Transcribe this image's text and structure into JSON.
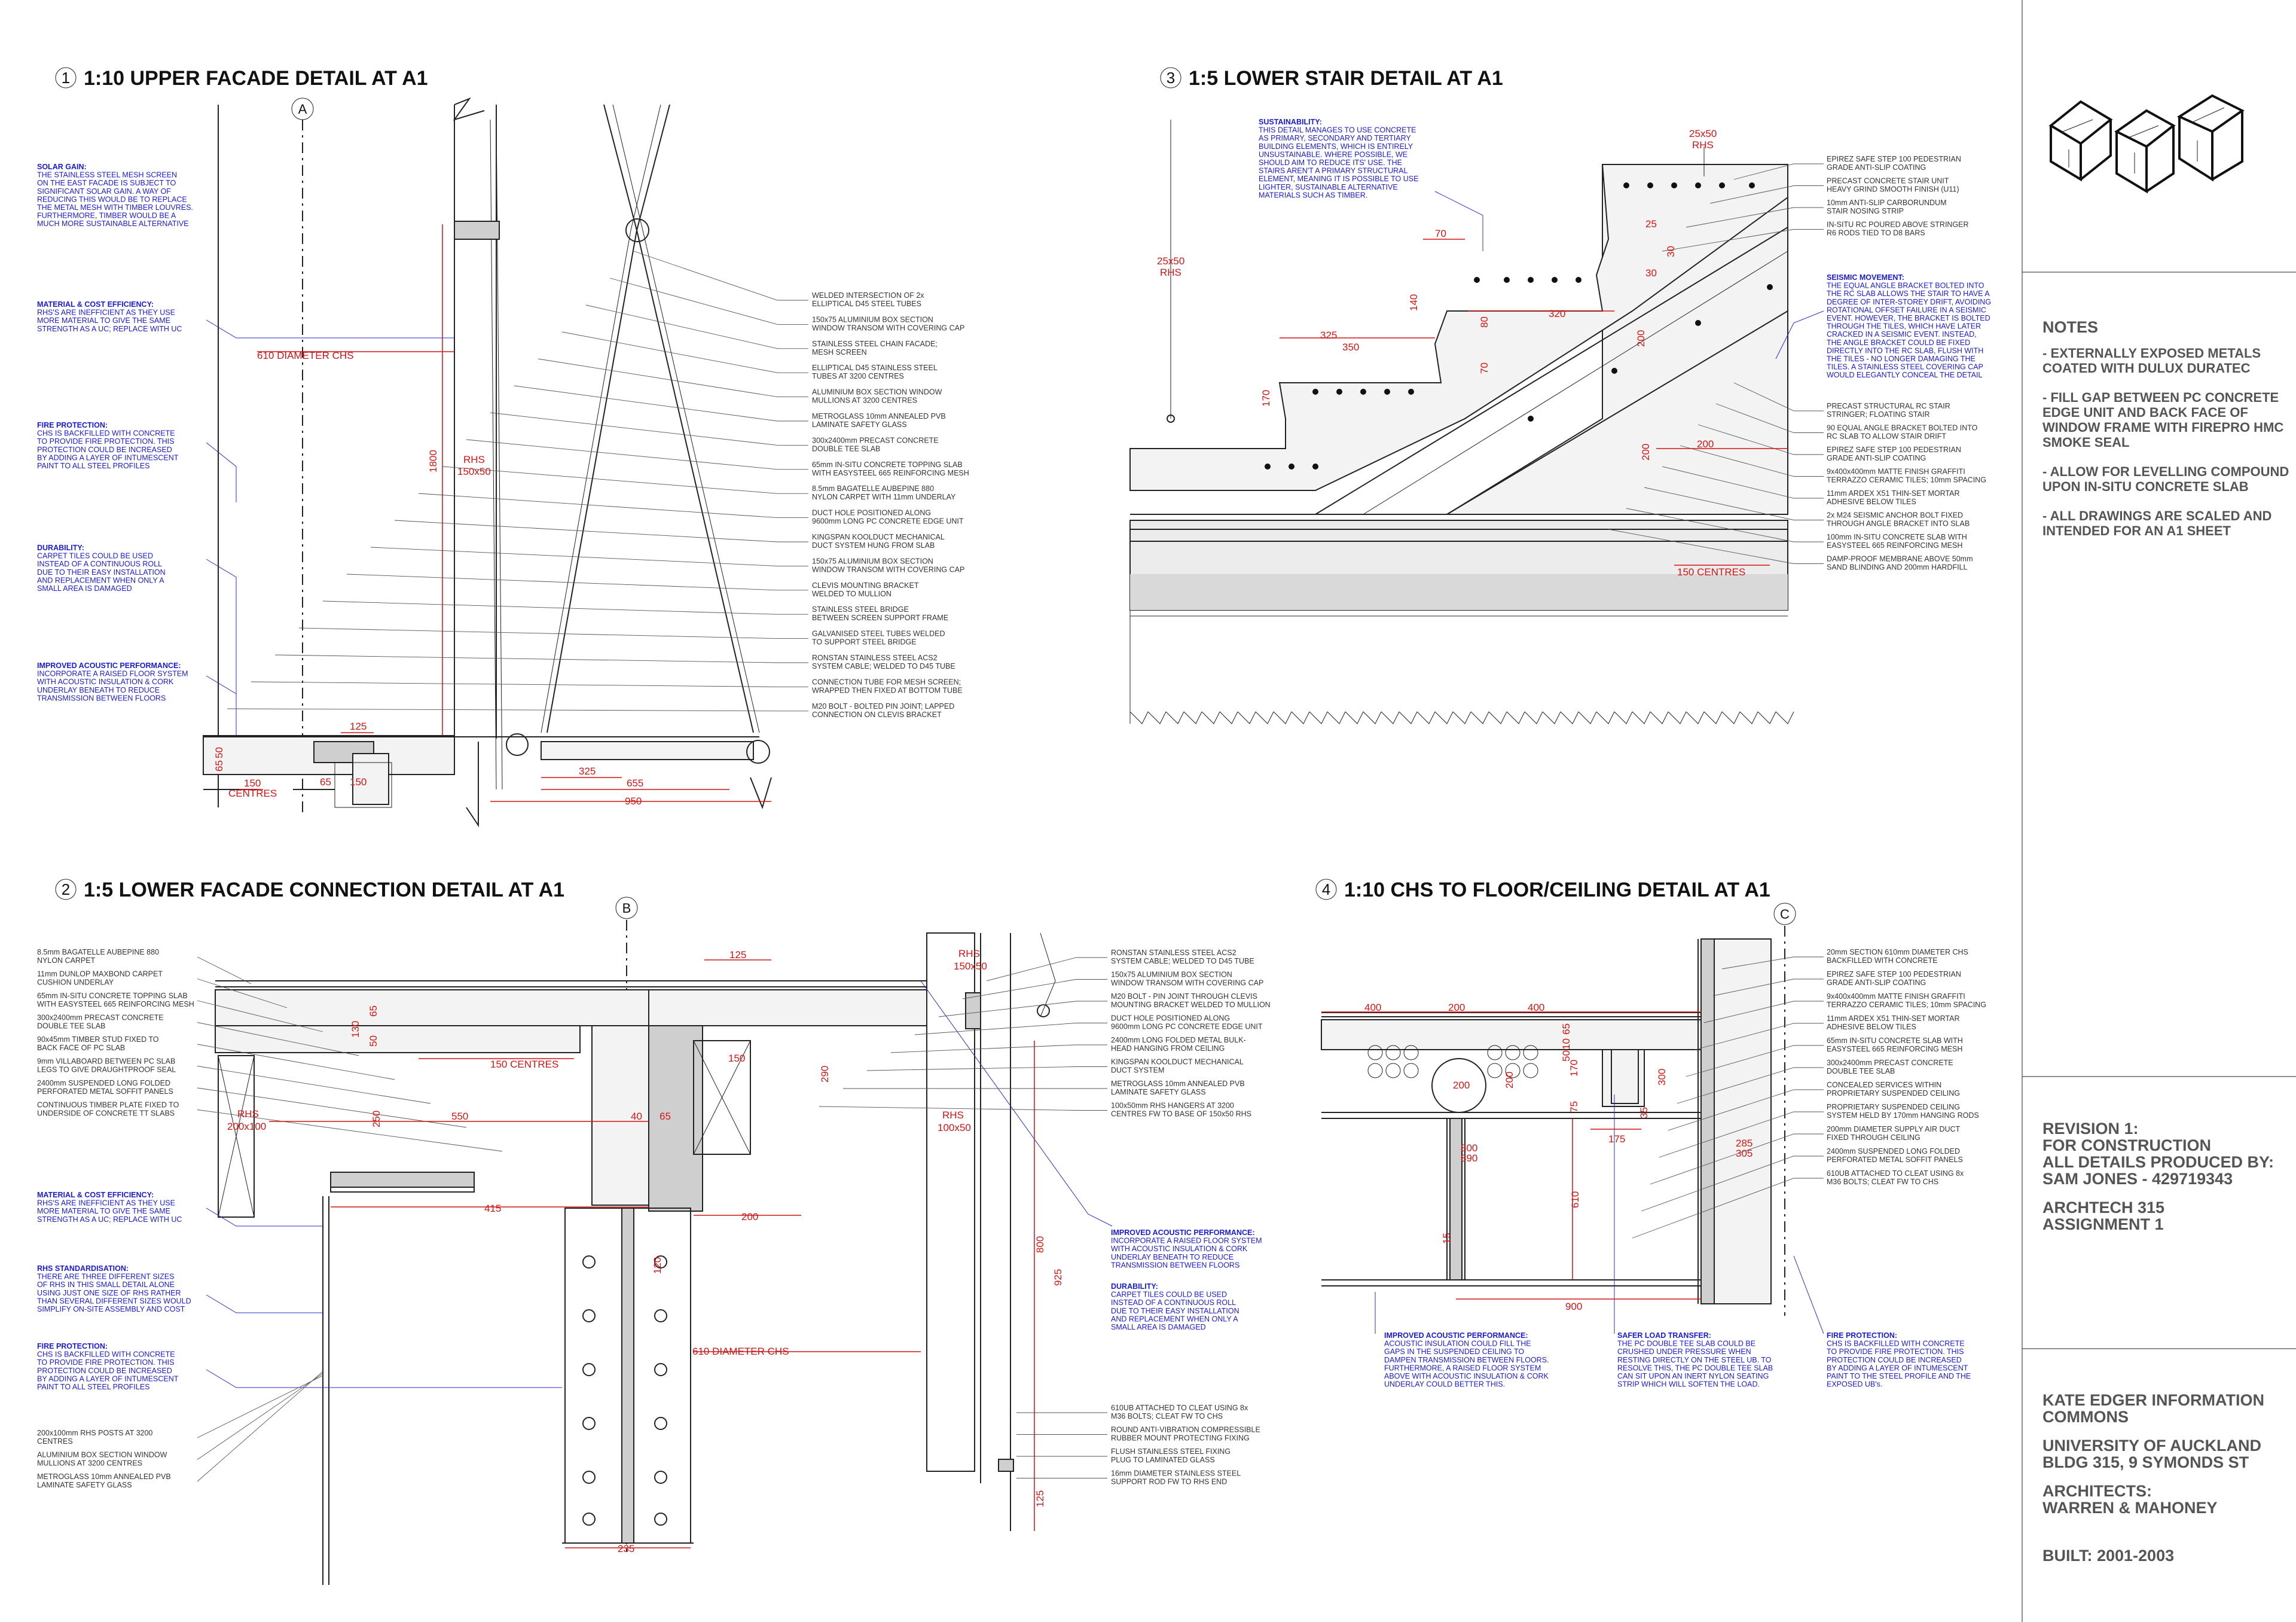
{
  "details": [
    {
      "num": "1",
      "title": "1:10 UPPER FACADE DETAIL AT A1"
    },
    {
      "num": "2",
      "title": "1:5 LOWER FACADE CONNECTION DETAIL AT A1"
    },
    {
      "num": "3",
      "title": "1:5 LOWER STAIR DETAIL AT A1"
    },
    {
      "num": "4",
      "title": "1:10 CHS TO FLOOR/CEILING DETAIL AT A1"
    }
  ],
  "grid_markers": {
    "a": "A",
    "b": "B",
    "c": "C"
  },
  "d1": {
    "notes": [
      {
        "head": "SOLAR GAIN:",
        "lines": [
          "THE STAINLESS STEEL MESH SCREEN",
          "ON THE EAST FACADE IS SUBJECT TO",
          "SIGNIFICANT SOLAR GAIN. A WAY OF",
          "REDUCING THIS WOULD BE TO REPLACE",
          "THE METAL MESH WITH TIMBER LOUVRES.",
          "FURTHERMORE, TIMBER WOULD BE A",
          "MUCH MORE SUSTAINABLE ALTERNATIVE"
        ]
      },
      {
        "head": "MATERIAL & COST EFFICIENCY:",
        "lines": [
          "RHS'S ARE INEFFICIENT AS THEY USE",
          "MORE MATERIAL TO GIVE THE SAME",
          "STRENGTH AS A UC; REPLACE WITH UC"
        ]
      },
      {
        "head": "FIRE PROTECTION:",
        "lines": [
          "CHS IS BACKFILLED WITH CONCRETE",
          "TO PROVIDE FIRE PROTECTION. THIS",
          "PROTECTION COULD BE INCREASED",
          "BY ADDING A LAYER OF INTUMESCENT",
          "PAINT TO ALL STEEL PROFILES"
        ]
      },
      {
        "head": "DURABILITY:",
        "lines": [
          "CARPET TILES COULD BE USED",
          "INSTEAD OF A CONTINUOUS ROLL",
          "DUE TO THEIR EASY INSTALLATION",
          "AND REPLACEMENT WHEN ONLY A",
          "SMALL AREA IS DAMAGED"
        ]
      },
      {
        "head": "IMPROVED ACOUSTIC PERFORMANCE:",
        "lines": [
          "INCORPORATE A RAISED FLOOR SYSTEM",
          "WITH ACOUSTIC INSULATION & CORK",
          "UNDERLAY BENEATH TO REDUCE",
          "TRANSMISSION BETWEEN FLOORS"
        ]
      }
    ],
    "labels": [
      [
        "WELDED INTERSECTION OF 2x",
        "ELLIPTICAL D45 STEEL TUBES"
      ],
      [
        "150x75 ALUMINIUM BOX SECTION",
        "WINDOW TRANSOM WITH COVERING CAP"
      ],
      [
        "STAINLESS STEEL CHAIN FACADE;",
        "MESH SCREEN"
      ],
      [
        "ELLIPTICAL D45 STAINLESS STEEL",
        "TUBES AT 3200 CENTRES"
      ],
      [
        "ALUMINIUM BOX SECTION WINDOW",
        "MULLIONS AT 3200 CENTRES"
      ],
      [
        "METROGLASS 10mm ANNEALED PVB",
        "LAMINATE SAFETY GLASS"
      ],
      [
        "300x2400mm PRECAST CONCRETE",
        "DOUBLE TEE SLAB"
      ],
      [
        "65mm IN-SITU CONCRETE TOPPING SLAB",
        "WITH EASYSTEEL 665 REINFORCING MESH"
      ],
      [
        "8.5mm BAGATELLE AUBEPINE 880",
        "NYLON CARPET WITH 11mm UNDERLAY"
      ],
      [
        "DUCT HOLE POSITIONED ALONG",
        "9600mm LONG PC CONCRETE EDGE UNIT"
      ],
      [
        "KINGSPAN KOOLDUCT MECHANICAL",
        "DUCT SYSTEM HUNG FROM SLAB"
      ],
      [
        "150x75 ALUMINIUM BOX SECTION",
        "WINDOW TRANSOM WITH COVERING CAP"
      ],
      [
        "CLEVIS MOUNTING BRACKET",
        "WELDED TO MULLION"
      ],
      [
        "STAINLESS STEEL BRIDGE",
        "BETWEEN SCREEN SUPPORT FRAME"
      ],
      [
        "GALVANISED STEEL TUBES WELDED",
        "TO SUPPORT STEEL BRIDGE"
      ],
      [
        "RONSTAN STAINLESS STEEL ACS2",
        "SYSTEM CABLE; WELDED TO D45 TUBE"
      ],
      [
        "CONNECTION TUBE FOR MESH SCREEN;",
        "WRAPPED THEN FIXED AT BOTTOM TUBE"
      ],
      [
        "M20 BOLT - BOLTED PIN JOINT; LAPPED",
        "CONNECTION ON CLEVIS BRACKET"
      ]
    ],
    "dims": {
      "chs": "610 DIAMETER CHS",
      "rhs": "RHS",
      "rhs_size": "150x50",
      "h": "1800",
      "d125": "125",
      "d150a": "150",
      "centres": "CENTRES",
      "d65": "65",
      "d150b": "150",
      "d325": "325",
      "d655": "655",
      "d950": "950",
      "d50": "50",
      "d65b": "65"
    }
  },
  "d2": {
    "labels_left": [
      [
        "8.5mm BAGATELLE AUBEPINE 880",
        "NYLON CARPET"
      ],
      [
        "11mm DUNLOP MAXBOND CARPET",
        "CUSHION UNDERLAY"
      ],
      [
        "65mm IN-SITU CONCRETE TOPPING SLAB",
        "WITH EASYSTEEL 665 REINFORCING MESH"
      ],
      [
        "300x2400mm PRECAST CONCRETE",
        "DOUBLE TEE SLAB"
      ],
      [
        "90x45mm TIMBER STUD FIXED TO",
        "BACK FACE OF PC SLAB"
      ],
      [
        "9mm VILLABOARD BETWEEN PC SLAB",
        "LEGS TO GIVE DRAUGHTPROOF SEAL"
      ],
      [
        "2400mm SUSPENDED LONG FOLDED",
        "PERFORATED METAL SOFFIT PANELS"
      ],
      [
        "CONTINUOUS TIMBER PLATE FIXED TO",
        "UNDERSIDE OF CONCRETE TT SLABS"
      ]
    ],
    "notes": [
      {
        "head": "MATERIAL & COST EFFICIENCY:",
        "lines": [
          "RHS'S ARE INEFFICIENT AS THEY USE",
          "MORE MATERIAL TO GIVE THE SAME",
          "STRENGTH AS A UC; REPLACE WITH UC"
        ]
      },
      {
        "head": "RHS STANDARDISATION:",
        "lines": [
          "THERE ARE THREE DIFFERENT SIZES",
          "OF RHS IN THIS SMALL DETAIL ALONE",
          "USING JUST ONE SIZE OF RHS RATHER",
          "THAN SEVERAL DIFFERENT SIZES WOULD",
          "SIMPLIFY ON-SITE ASSEMBLY AND COST"
        ]
      },
      {
        "head": "FIRE PROTECTION:",
        "lines": [
          "CHS IS BACKFILLED WITH CONCRETE",
          "TO PROVIDE FIRE PROTECTION. THIS",
          "PROTECTION COULD BE INCREASED",
          "BY ADDING A LAYER OF INTUMESCENT",
          "PAINT TO ALL STEEL PROFILES"
        ]
      }
    ],
    "labels_left2": [
      [
        "200x100mm RHS POSTS AT 3200",
        "CENTRES"
      ],
      [
        "ALUMINIUM BOX SECTION WINDOW",
        "MULLIONS AT 3200 CENTRES"
      ],
      [
        "METROGLASS 10mm ANNEALED PVB",
        "LAMINATE SAFETY GLASS"
      ]
    ],
    "labels_right": [
      [
        "RONSTAN STAINLESS STEEL ACS2",
        "SYSTEM CABLE; WELDED TO D45 TUBE"
      ],
      [
        "150x75 ALUMINIUM BOX SECTION",
        "WINDOW TRANSOM WITH COVERING CAP"
      ],
      [
        "M20 BOLT - PIN JOINT THROUGH CLEVIS",
        "MOUNTING BRACKET WELDED TO MULLION"
      ],
      [
        "DUCT HOLE POSITIONED ALONG",
        "9600mm LONG PC CONCRETE EDGE UNIT"
      ],
      [
        "2400mm LONG FOLDED METAL BULK-",
        "HEAD HANGING FROM CEILING"
      ],
      [
        "KINGSPAN KOOLDUCT MECHANICAL",
        "DUCT SYSTEM"
      ],
      [
        "METROGLASS 10mm ANNEALED PVB",
        "LAMINATE SAFETY GLASS"
      ],
      [
        "100x50mm RHS HANGERS AT 3200",
        "CENTRES FW TO BASE OF 150x50 RHS"
      ]
    ],
    "notes_right": [
      {
        "head": "IMPROVED ACOUSTIC PERFORMANCE:",
        "lines": [
          "INCORPORATE A RAISED FLOOR SYSTEM",
          "WITH ACOUSTIC INSULATION & CORK",
          "UNDERLAY BENEATH TO REDUCE",
          "TRANSMISSION BETWEEN FLOORS"
        ]
      },
      {
        "head": "DURABILITY:",
        "lines": [
          "CARPET TILES COULD BE USED",
          "INSTEAD OF A CONTINUOUS ROLL",
          "DUE TO THEIR EASY INSTALLATION",
          "AND REPLACEMENT WHEN ONLY A",
          "SMALL AREA IS DAMAGED"
        ]
      }
    ],
    "labels_right2": [
      [
        "610UB ATTACHED TO CLEAT USING 8x",
        "M36 BOLTS; CLEAT FW TO CHS"
      ],
      [
        "ROUND ANTI-VIBRATION COMPRESSIBLE",
        "RUBBER MOUNT PROTECTING FIXING"
      ],
      [
        "FLUSH STAINLESS STEEL FIXING",
        "PLUG TO LAMINATED GLASS"
      ],
      [
        "16mm DIAMETER STAINLESS STEEL",
        "SUPPORT ROD FW TO RHS END"
      ]
    ],
    "dims": {
      "rhs1": "RHS",
      "rhs1s": "150x50",
      "rhs2": "RHS",
      "rhs2s": "200x100",
      "rhs3": "RHS",
      "rhs3s": "100x50",
      "d125": "125",
      "centres": "150 CENTRES",
      "d150": "150",
      "d550": "550",
      "d40": "40",
      "d65": "65",
      "d250": "250",
      "d290": "290",
      "d415": "415",
      "d200": "200",
      "d120": "120",
      "d800": "800",
      "d925": "925",
      "d125b": "125",
      "d235": "235",
      "chs": "610 DIAMETER CHS",
      "d65b": "65",
      "d50": "50",
      "d130": "130"
    }
  },
  "d3": {
    "note_sus": {
      "head": "SUSTAINABILITY:",
      "lines": [
        "THIS DETAIL MANAGES TO USE CONCRETE",
        "AS PRIMARY, SECONDARY AND TERTIARY",
        "BUILDING ELEMENTS, WHICH IS ENTIRELY",
        "UNSUSTAINABLE. WHERE POSSIBLE, WE",
        "SHOULD AIM TO REDUCE ITS' USE. THE",
        "STAIRS AREN'T A PRIMARY STRUCTURAL",
        "ELEMENT, MEANING IT IS POSSIBLE TO USE",
        "LIGHTER, SUSTAINABLE ALTERNATIVE",
        "MATERIALS SUCH AS TIMBER."
      ]
    },
    "labels1": [
      [
        "EPIREZ SAFE STEP 100 PEDESTRIAN",
        "GRADE ANTI-SLIP COATING"
      ],
      [
        "PRECAST CONCRETE STAIR UNIT",
        "HEAVY GRIND SMOOTH FINISH (U11)"
      ],
      [
        "10mm ANTI-SLIP CARBORUNDUM",
        "STAIR NOSING STRIP"
      ],
      [
        "IN-SITU RC POURED ABOVE STRINGER",
        "R6 RODS TIED TO D8 BARS"
      ]
    ],
    "note_seismic": {
      "head": "SEISMIC MOVEMENT:",
      "lines": [
        "THE EQUAL ANGLE BRACKET BOLTED INTO",
        "THE RC SLAB ALLOWS THE STAIR TO HAVE A",
        "DEGREE OF INTER-STOREY DRIFT, AVOIDING",
        "ROTATIONAL OFFSET FAILURE IN A SEISMIC",
        "EVENT. HOWEVER, THE BRACKET IS BOLTED",
        "THROUGH THE TILES, WHICH HAVE LATER",
        "CRACKED IN A SEISMIC EVENT. INSTEAD,",
        "THE ANGLE BRACKET COULD BE FIXED",
        "DIRECTLY INTO THE RC SLAB, FLUSH WITH",
        "THE TILES - NO LONGER DAMAGING THE",
        "TILES. A STAINLESS STEEL COVERING CAP",
        "WOULD ELEGANTLY CONCEAL THE DETAIL"
      ]
    },
    "labels2": [
      [
        "PRECAST STRUCTURAL RC STAIR",
        "STRINGER; FLOATING STAIR"
      ],
      [
        "90 EQUAL ANGLE BRACKET BOLTED INTO",
        "RC SLAB TO ALLOW STAIR DRIFT"
      ],
      [
        "EPIREZ SAFE STEP 100 PEDESTRIAN",
        "GRADE ANTI-SLIP COATING"
      ],
      [
        "9x400x400mm MATTE FINISH GRAFFITI",
        "TERRAZZO CERAMIC TILES; 10mm SPACING"
      ],
      [
        "11mm ARDEX X51 THIN-SET MORTAR",
        "ADHESIVE BELOW TILES"
      ],
      [
        "2x M24 SEISMIC ANCHOR BOLT FIXED",
        "THROUGH ANGLE BRACKET INTO SLAB"
      ],
      [
        "100mm IN-SITU CONCRETE SLAB WITH",
        "EASYSTEEL 665 REINFORCING MESH"
      ],
      [
        "DAMP-PROOF MEMBRANE ABOVE 50mm",
        "SAND BLINDING AND 200mm HARDFILL"
      ]
    ],
    "dims": {
      "rhs1": "25x50",
      "rhs1b": "RHS",
      "rhs2": "25x50",
      "rhs2b": "RHS",
      "d70a": "70",
      "d140": "140",
      "d80": "80",
      "d320": "320",
      "d325": "325",
      "d350": "350",
      "d70b": "70",
      "d170": "170",
      "d25": "25",
      "d30a": "30",
      "d30b": "30",
      "d200a": "200",
      "d200b": "200",
      "d200c": "200",
      "centres": "150 CENTRES"
    }
  },
  "d4": {
    "labels": [
      [
        "20mm SECTION 610mm DIAMETER CHS",
        "BACKFILLED WITH CONCRETE"
      ],
      [
        "EPIREZ SAFE STEP 100 PEDESTRIAN",
        "GRADE ANTI-SLIP COATING"
      ],
      [
        "9x400x400mm MATTE FINISH GRAFFITI",
        "TERRAZZO CERAMIC TILES; 10mm SPACING"
      ],
      [
        "11mm ARDEX X51 THIN-SET MORTAR",
        "ADHESIVE BELOW TILES"
      ],
      [
        "65mm IN-SITU CONCRETE SLAB WITH",
        "EASYSTEEL 665 REINFORCING MESH"
      ],
      [
        "300x2400mm PRECAST CONCRETE",
        "DOUBLE TEE SLAB"
      ],
      [
        "CONCEALED SERVICES WITHIN",
        "PROPRIETARY SUSPENDED CEILING"
      ],
      [
        "PROPRIETARY SUSPENDED CEILING",
        "SYSTEM HELD BY 170mm HANGING RODS"
      ],
      [
        "200mm DIAMETER SUPPLY AIR DUCT",
        "FIXED THROUGH CEILING"
      ],
      [
        "2400mm SUSPENDED LONG FOLDED",
        "PERFORATED METAL SOFFIT PANELS"
      ],
      [
        "610UB ATTACHED TO CLEAT USING 8x",
        "M36 BOLTS; CLEAT FW TO CHS"
      ]
    ],
    "notes": [
      {
        "head": "IMPROVED ACOUSTIC PERFORMANCE:",
        "lines": [
          "ACOUSTIC INSULATION COULD FILL THE",
          "GAPS IN THE SUSPENDED CEILING TO",
          "DAMPEN TRANSMISSION BETWEEN FLOORS.",
          "FURTHERMORE, A RAISED FLOOR SYSTEM",
          "ABOVE WITH ACOUSTIC INSULATION & CORK",
          "UNDERLAY COULD BETTER THIS."
        ]
      },
      {
        "head": "SAFER LOAD TRANSFER:",
        "lines": [
          "THE PC DOUBLE TEE SLAB COULD BE",
          "CRUSHED UNDER PRESSURE WHEN",
          "RESTING DIRECTLY ON THE STEEL UB. TO",
          "RESOLVE THIS, THE PC DOUBLE TEE SLAB",
          "CAN SIT UPON AN INERT NYLON SEATING",
          "STRIP WHICH WILL SOFTEN THE LOAD."
        ]
      },
      {
        "head": "FIRE PROTECTION:",
        "lines": [
          "CHS IS BACKFILLED WITH CONCRETE",
          "TO PROVIDE FIRE PROTECTION. THIS",
          "PROTECTION COULD BE INCREASED",
          "BY ADDING A LAYER OF INTUMESCENT",
          "PAINT TO THE STEEL PROFILE AND THE",
          "EXPOSED UB's."
        ]
      }
    ],
    "dims": {
      "d400a": "400",
      "d200a": "200",
      "d400b": "400",
      "d200b": "200",
      "d200c": "200",
      "d170": "170",
      "d75": "75",
      "d300": "300",
      "d35": "35",
      "d175": "175",
      "d800": "800",
      "d890": "890",
      "d285": "285",
      "d305": "305",
      "d610": "610",
      "d900": "900",
      "d65": "65",
      "d10": "10",
      "d50": "50",
      "d15": "15"
    }
  },
  "sidebar": {
    "notes_title": "NOTES",
    "notes": [
      [
        "- EXTERNALLY EXPOSED METALS",
        "COATED WITH DULUX DURATEC"
      ],
      [
        "- FILL GAP BETWEEN PC CONCRETE",
        "EDGE UNIT AND BACK FACE OF",
        "WINDOW FRAME WITH FIREPRO HMC",
        "SMOKE SEAL"
      ],
      [
        "- ALLOW FOR LEVELLING COMPOUND",
        "UPON IN-SITU CONCRETE SLAB"
      ],
      [
        "- ALL DRAWINGS ARE SCALED AND",
        "INTENDED FOR AN A1 SHEET"
      ]
    ],
    "revision": [
      "REVISION 1:",
      "FOR CONSTRUCTION"
    ],
    "produced": [
      "ALL DETAILS PRODUCED BY:",
      "SAM JONES - 429719343"
    ],
    "course": [
      "ARCHTECH 315",
      "ASSIGNMENT 1"
    ],
    "project": [
      "KATE EDGER INFORMATION",
      "COMMONS"
    ],
    "address": [
      "UNIVERSITY OF AUCKLAND",
      "BLDG 315, 9 SYMONDS ST"
    ],
    "architects": [
      "ARCHITECTS:",
      "WARREN & MAHONEY"
    ],
    "built": "BUILT: 2001-2003"
  },
  "colors": {
    "dimension": "#d21414",
    "annotation": "#1a1ad8",
    "linework": "#222222",
    "notes_text": "#555555"
  }
}
